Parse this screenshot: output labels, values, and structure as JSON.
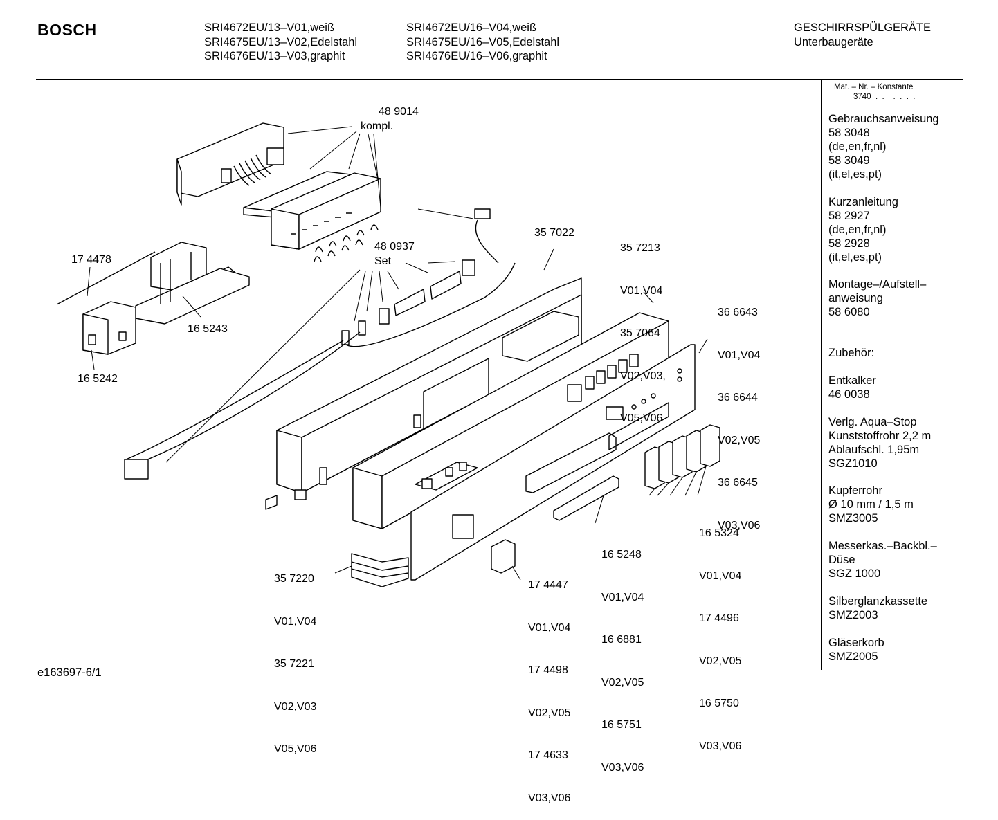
{
  "header": {
    "brand": "BOSCH",
    "models_col1": [
      "SRI4672EU/13–V01,weiß",
      "SRI4675EU/13–V02,Edelstahl",
      "SRI4676EU/13–V03,graphit"
    ],
    "models_col2": [
      "SRI4672EU/16–V04,weiß",
      "SRI4675EU/16–V05,Edelstahl",
      "SRI4676EU/16–V06,graphit"
    ],
    "category": "GESCHIRRSPÜLGERÄTE",
    "subcategory": "Unterbaugeräte"
  },
  "sidebar": {
    "mat_label": "Mat. – Nr. – Konstante",
    "mat_value": "3740  .  .    .  .  .  .",
    "sections": [
      [
        "Gebrauchsanweisung",
        "58 3048",
        "(de,en,fr,nl)",
        "58 3049",
        "(it,el,es,pt)"
      ],
      [
        "Kurzanleitung",
        "58 2927",
        "(de,en,fr,nl)",
        "58 2928",
        "(it,el,es,pt)"
      ],
      [
        "Montage–/Aufstell–",
        "anweisung",
        "58 6080"
      ],
      [
        "Zubehör:"
      ],
      [
        "Entkalker",
        "46 0038"
      ],
      [
        "Verlg. Aqua–Stop",
        "Kunststoffrohr 2,2 m",
        "Ablaufschl. 1,95m",
        "SGZ1010"
      ],
      [
        "Kupferrohr",
        "Ø 10 mm / 1,5 m",
        "SMZ3005"
      ],
      [
        "Messerkas.–Backbl.–",
        "Düse",
        "SGZ 1000"
      ],
      [
        "Silberglanzkassette",
        "SMZ2003"
      ],
      [
        "Gläserkorb",
        "SMZ2005"
      ]
    ]
  },
  "callouts": {
    "c489014": [
      "48 9014",
      "kompl."
    ],
    "c174478": [
      "17 4478"
    ],
    "c480937": [
      "48 0937",
      "Set"
    ],
    "c357022": [
      "35 7022"
    ],
    "c357213": [
      "35 7213",
      "V01,V04",
      "35 7064",
      "V02,V03,",
      "V05,V06"
    ],
    "c366643": [
      "36 6643",
      "V01,V04",
      "36 6644",
      "V02,V05",
      "36 6645",
      "V03,V06"
    ],
    "c165243": [
      "16 5243"
    ],
    "c165242": [
      "16 5242"
    ],
    "c165324": [
      "16 5324",
      "V01,V04",
      "17 4496",
      "V02,V05",
      "16 5750",
      "V03,V06"
    ],
    "c165248": [
      "16 5248",
      "V01,V04",
      "16 6881",
      "V02,V05",
      "16 5751",
      "V03,V06"
    ],
    "c174447": [
      "17 4447",
      "V01,V04",
      "17 4498",
      "V02,V05",
      "17 4633",
      "V03,V06"
    ],
    "c357220": [
      "35 7220",
      "V01,V04",
      "35 7221",
      "V02,V03",
      "V05,V06"
    ]
  },
  "footer": {
    "code": "e163697-6/1"
  }
}
